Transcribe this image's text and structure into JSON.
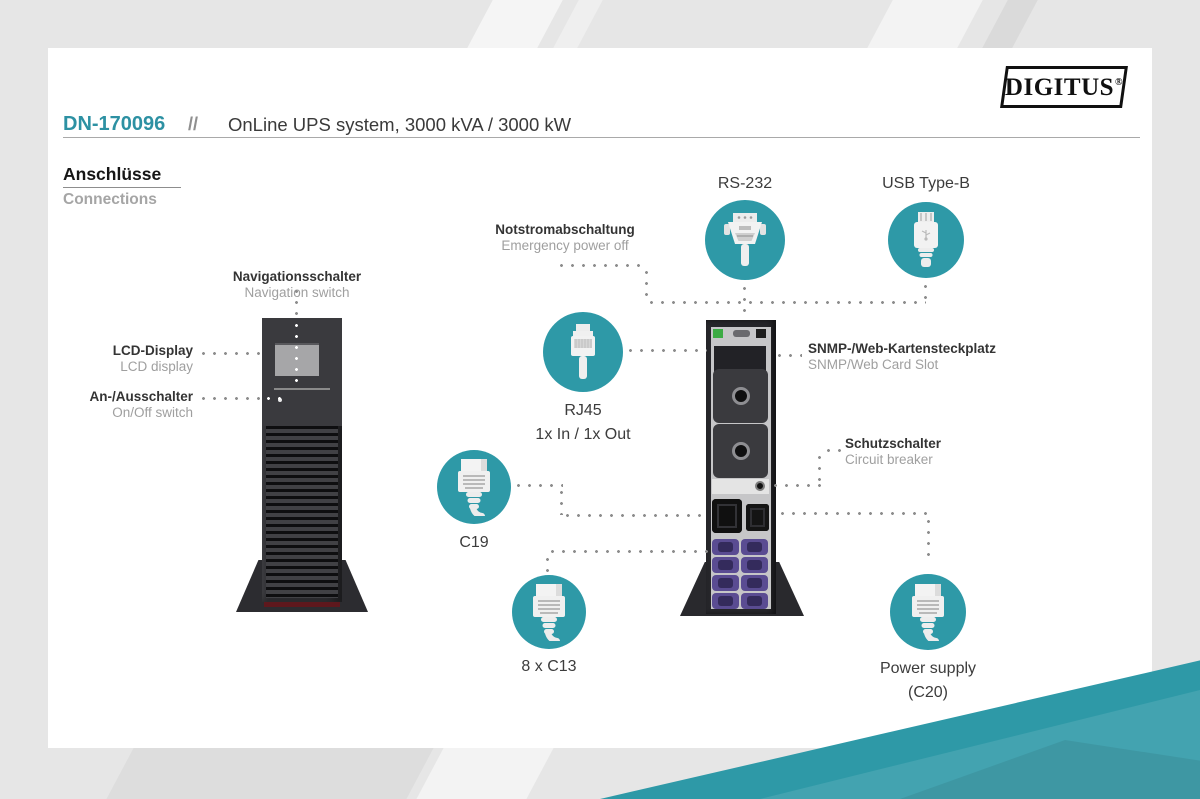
{
  "brand": {
    "name": "DIGITUS",
    "reg": "®"
  },
  "header": {
    "model": "DN-170096",
    "sep": "//",
    "title": "OnLine UPS system, 3000 kVA / 3000 kW"
  },
  "section": {
    "heading_de": "Anschlüsse",
    "heading_en": "Connections"
  },
  "front_device_labels": {
    "nav": {
      "de": "Navigationsschalter",
      "en": "Navigation switch"
    },
    "lcd": {
      "de": "LCD-Display",
      "en": "LCD display"
    },
    "power": {
      "de": "An-/Ausschalter",
      "en": "On/Off switch"
    }
  },
  "callouts": {
    "epo": {
      "de": "Notstromabschaltung",
      "en": "Emergency power off"
    },
    "rs232": {
      "label": "RS-232"
    },
    "usb": {
      "label": "USB Type-B"
    },
    "rj45": {
      "label": "RJ45",
      "sub": "1x In / 1x Out"
    },
    "c19": {
      "label": "C19"
    },
    "c13": {
      "label": "8 x C13"
    },
    "snmp": {
      "de": "SNMP-/Web-Kartensteckplatz",
      "en": "SNMP/Web Card Slot"
    },
    "breaker": {
      "de": "Schutzschalter",
      "en": "Circuit breaker"
    },
    "power_supply": {
      "label": "Power supply",
      "sub": "(C20)"
    }
  },
  "colors": {
    "teal": "#2e99a7",
    "model_text": "#2d91a3"
  }
}
